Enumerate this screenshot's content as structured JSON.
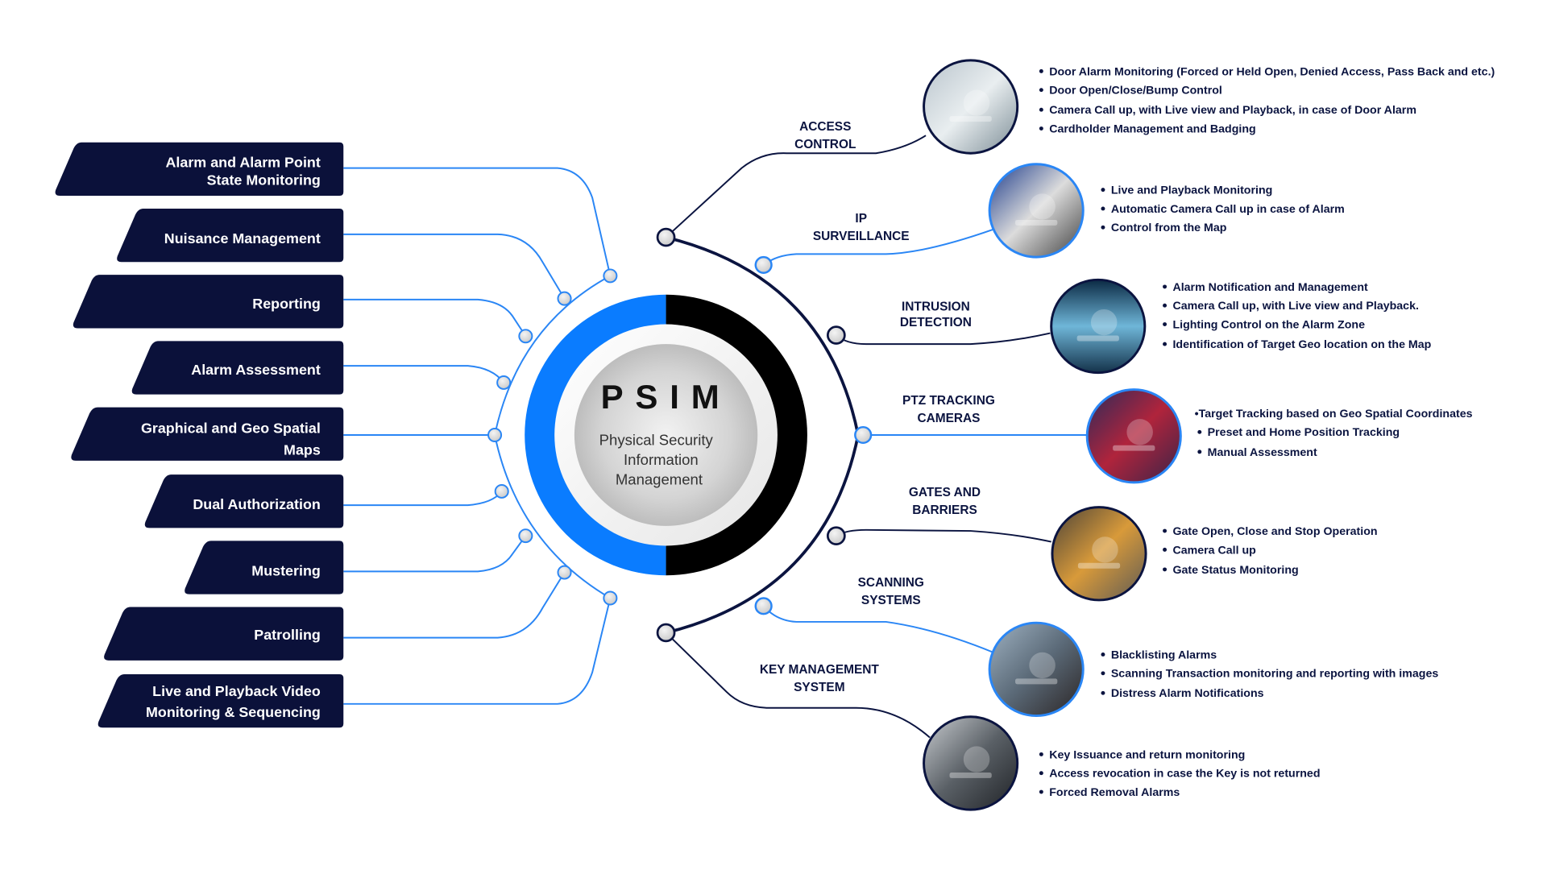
{
  "hub": {
    "title": "PSIM",
    "subtitle_lines": [
      "Physical Security",
      "Information",
      "Management"
    ],
    "colors": {
      "left_ring": "#0a7cff",
      "right_ring": "#000000",
      "inner": "#d9d9d9"
    }
  },
  "colors": {
    "feature_box": "#0b113a",
    "left_connector": "#2a86f5",
    "right_connector": "#0b1440",
    "text_dark": "#0b1440"
  },
  "features": [
    {
      "lines": [
        "Alarm and Alarm Point",
        "State Monitoring"
      ]
    },
    {
      "lines": [
        "Nuisance Management"
      ]
    },
    {
      "lines": [
        "Reporting"
      ]
    },
    {
      "lines": [
        "Alarm Assessment"
      ]
    },
    {
      "lines": [
        "Graphical and Geo Spatial",
        "Maps"
      ]
    },
    {
      "lines": [
        "Dual Authorization"
      ]
    },
    {
      "lines": [
        "Mustering"
      ]
    },
    {
      "lines": [
        "Patrolling"
      ]
    },
    {
      "lines": [
        "Live and Playback Video",
        "Monitoring & Sequencing"
      ]
    }
  ],
  "modules": [
    {
      "title": [
        "ACCESS",
        "CONTROL"
      ],
      "icon": "door-sensor-icon",
      "connector": "dark",
      "bullets": [
        "Door Alarm Monitoring (Forced or Held Open, Denied Access, Pass Back and etc.)",
        "Door Open/Close/Bump Control",
        "Camera Call up, with Live view and Playback, in case of Door Alarm",
        "Cardholder Management and Badging"
      ]
    },
    {
      "title": [
        "IP",
        "SURVEILLANCE"
      ],
      "icon": "cctv-camera-icon",
      "connector": "blue",
      "bullets": [
        "Live and Playback Monitoring",
        "Automatic Camera Call up in case of Alarm",
        "Control from the Map"
      ]
    },
    {
      "title": [
        "INTRUSION",
        "DETECTION"
      ],
      "icon": "data-corridor-icon",
      "connector": "dark",
      "bullets": [
        "Alarm Notification and Management",
        "Camera Call up, with Live view and Playback.",
        "Lighting Control on the Alarm Zone",
        "Identification of Target Geo location on the Map"
      ]
    },
    {
      "title": [
        "PTZ TRACKING",
        "CAMERAS"
      ],
      "icon": "ptz-camera-icon",
      "connector": "blue",
      "bullets": [
        "•Target Tracking based on Geo Spatial Coordinates",
        "Preset and Home Position Tracking",
        "Manual Assessment"
      ]
    },
    {
      "title": [
        "GATES AND",
        "BARRIERS"
      ],
      "icon": "barrier-gate-icon",
      "connector": "dark",
      "bullets": [
        "Gate Open, Close and Stop Operation",
        "Camera Call up",
        "Gate Status Monitoring"
      ]
    },
    {
      "title": [
        "SCANNING",
        "SYSTEMS"
      ],
      "icon": "scanning-person-icon",
      "connector": "blue",
      "bullets": [
        "Blacklisting Alarms",
        "Scanning Transaction monitoring and reporting with images",
        "Distress Alarm Notifications"
      ]
    },
    {
      "title": [
        "KEY MANAGEMENT",
        "SYSTEM"
      ],
      "icon": "key-cabinet-icon",
      "connector": "dark",
      "bullets": [
        "Key Issuance and return monitoring",
        "Access revocation in case the Key is not returned",
        "Forced Removal Alarms"
      ]
    }
  ]
}
